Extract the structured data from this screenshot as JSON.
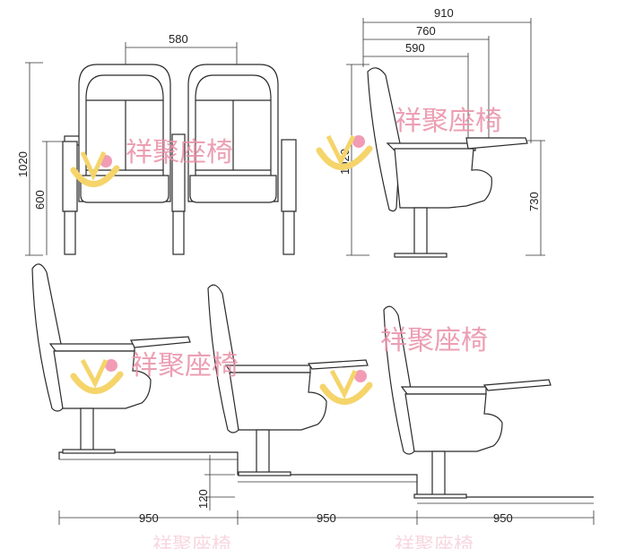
{
  "dimensions": {
    "front_pitch": "580",
    "front_height": "1020",
    "front_seat_height": "600",
    "side_depth_total": "910",
    "side_depth_mid": "760",
    "side_depth_seat": "590",
    "side_height": "1020",
    "side_armrest_height": "730",
    "step_height": "120",
    "row_pitch_1": "950",
    "row_pitch_2": "950",
    "row_pitch_3": "950"
  },
  "watermark": {
    "text": "祥聚座椅",
    "colors": {
      "text": "#e98fa6",
      "logo_yellow": "#f5d46a",
      "logo_pink": "#f29bb5"
    }
  },
  "colors": {
    "line": "#2a2a2a",
    "background": "#ffffff"
  }
}
